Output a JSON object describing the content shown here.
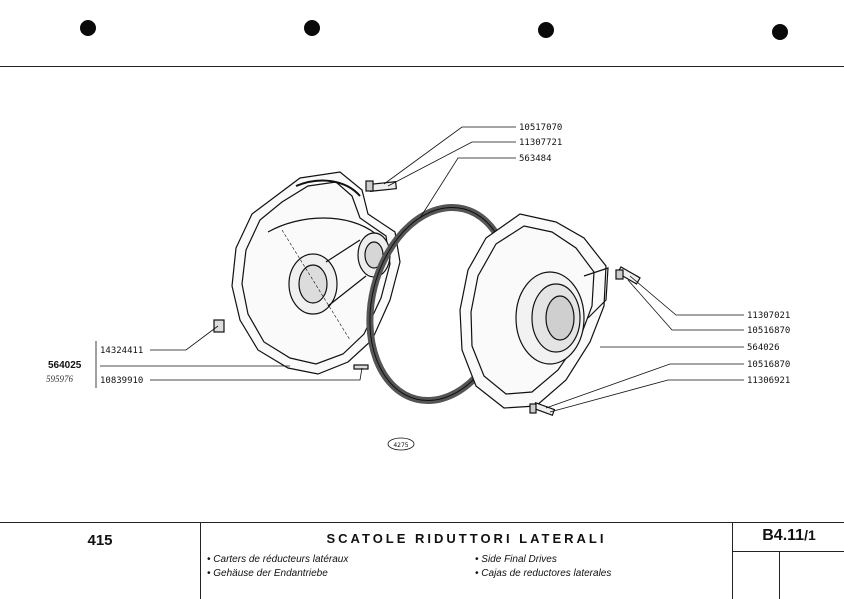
{
  "page_number": "415",
  "title": "SCATOLE RIDUTTORI LATERALI",
  "subtitles": {
    "fr": "• Carters de réducteurs latéraux",
    "de": "• Gehäuse der Endantriebe",
    "en": "• Side Final Drives",
    "es": "• Cajas de reductores laterales"
  },
  "section_code": "B4.11",
  "section_sub": "/1",
  "drawing_id": "4275",
  "part_numbers": {
    "top_1": "10517070",
    "top_2": "11307721",
    "top_3": "563484",
    "right_1": "11307021",
    "right_2": "10516870",
    "right_3": "564026",
    "right_4": "10516870",
    "right_5": "11306921",
    "left_1": "14324411",
    "left_2": "564025",
    "left_3": "595976",
    "left_4": "10839910"
  }
}
